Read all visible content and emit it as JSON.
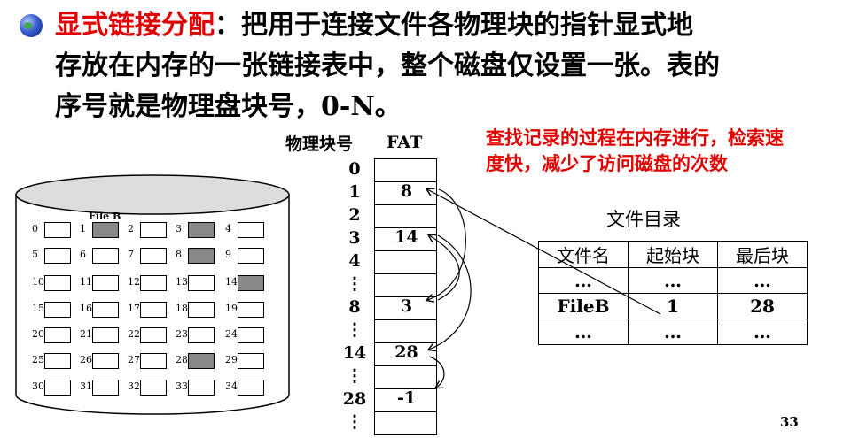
{
  "intro": {
    "title": "显式链接分配",
    "colon": "：",
    "line1_text": "把用于连接文件各物理块的指针显式地",
    "line2": "存放在内存的一张链接表中，整个磁盘仅设置一张。表的",
    "line3": "序号就是物理盘块号，0-N。"
  },
  "note": {
    "line1": "查找记录的过程在内存进行，检索速",
    "line2": "度快，减少了访问磁盘的次数"
  },
  "fat": {
    "col_header_left": "物理块号",
    "col_header_right": "FAT",
    "rows": [
      {
        "label": "0",
        "value": ""
      },
      {
        "label": "1",
        "value": "8"
      },
      {
        "label": "2",
        "value": ""
      },
      {
        "label": "3",
        "value": "14"
      },
      {
        "label": "4",
        "value": ""
      },
      {
        "label": "⋮",
        "value": ""
      },
      {
        "label": "8",
        "value": "3"
      },
      {
        "label": "⋮",
        "value": ""
      },
      {
        "label": "14",
        "value": "28"
      },
      {
        "label": "⋮",
        "value": ""
      },
      {
        "label": "28",
        "value": "-1"
      },
      {
        "label": "⋮",
        "value": ""
      }
    ]
  },
  "directory": {
    "title": "文件目录",
    "headers": [
      "文件名",
      "起始块",
      "最后块"
    ],
    "rows": [
      [
        "…",
        "…",
        "…"
      ],
      [
        "FileB",
        "1",
        "28"
      ],
      [
        "…",
        "…",
        "…"
      ]
    ]
  },
  "disk": {
    "file_label": "File B",
    "blocks": [
      [
        "0",
        "1",
        "2",
        "3",
        "4"
      ],
      [
        "5",
        "6",
        "7",
        "8",
        "9"
      ],
      [
        "10",
        "11",
        "12",
        "13",
        "14"
      ],
      [
        "15",
        "16",
        "17",
        "18",
        "19"
      ],
      [
        "20",
        "21",
        "22",
        "23",
        "24"
      ],
      [
        "25",
        "26",
        "27",
        "28",
        "29"
      ],
      [
        "30",
        "31",
        "32",
        "33",
        "34"
      ]
    ],
    "used_blocks": [
      "1",
      "3",
      "8",
      "14",
      "28"
    ]
  },
  "page_number": "33"
}
